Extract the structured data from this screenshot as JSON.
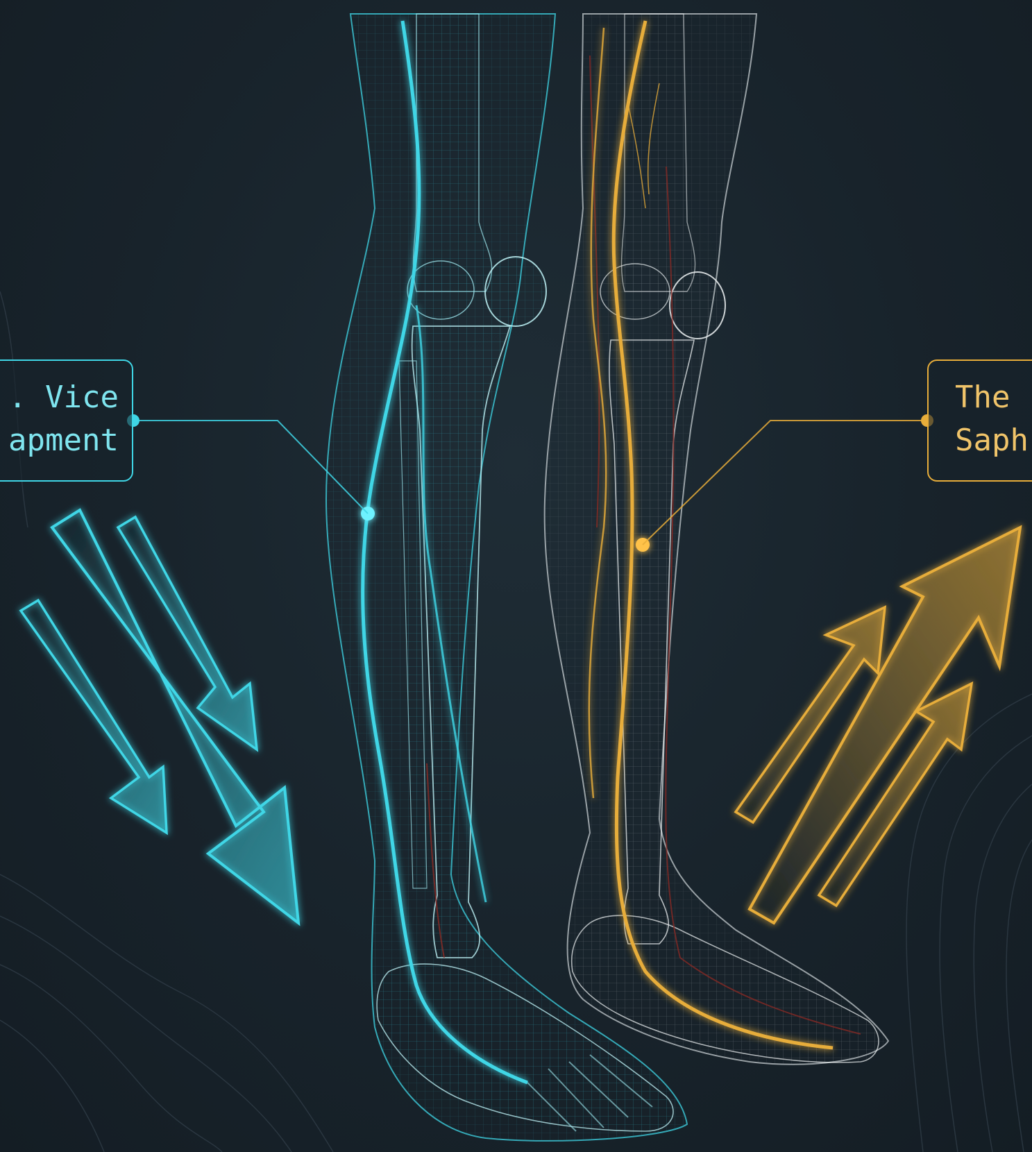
{
  "labels": {
    "left": {
      "lines": [
        ". Vice",
        "apment"
      ]
    },
    "right": {
      "lines": [
        "The",
        "Saph"
      ]
    }
  },
  "colors": {
    "background": "#18232b",
    "cyan_accent": "#3fd6e6",
    "gold_accent": "#e7ad3a",
    "vessel_red": "#8c2a24",
    "bone_white": "#cfd6d9",
    "contour_line": "#2a3640"
  },
  "figures": {
    "left_leg": {
      "tint": "cyan",
      "overlay": "nerve pathway"
    },
    "right_leg": {
      "tint": "neutral",
      "overlay": "saphenous vein"
    },
    "left_arrows": {
      "direction": "down-right",
      "count": 3
    },
    "right_arrows": {
      "direction": "up-right",
      "count": 3
    }
  }
}
